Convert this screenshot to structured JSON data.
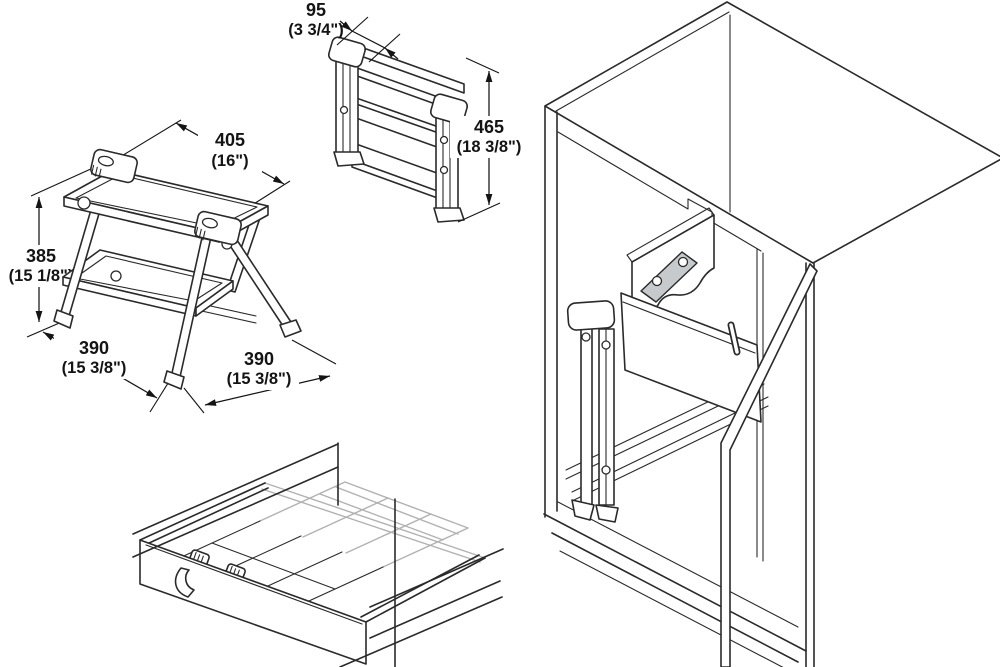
{
  "colors": {
    "background": "#ffffff",
    "line": "#2a2a2a",
    "ghost_line": "#b1b1b1",
    "text": "#141414",
    "bracket_fill": "#c6cacd"
  },
  "views": {
    "open_stool": {
      "dim_width_mm": "405",
      "dim_width_in": "(16\")",
      "dim_height_mm": "385",
      "dim_height_in": "(15 1/8\")",
      "dim_depth_left_mm": "390",
      "dim_depth_left_in": "(15 3/8\")",
      "dim_depth_right_mm": "390",
      "dim_depth_right_in": "(15 3/8\")"
    },
    "folded_stool": {
      "dim_depth_mm": "95",
      "dim_depth_in": "(3 3/4\")",
      "dim_height_mm": "465",
      "dim_height_in": "(18 3/8\")"
    }
  }
}
